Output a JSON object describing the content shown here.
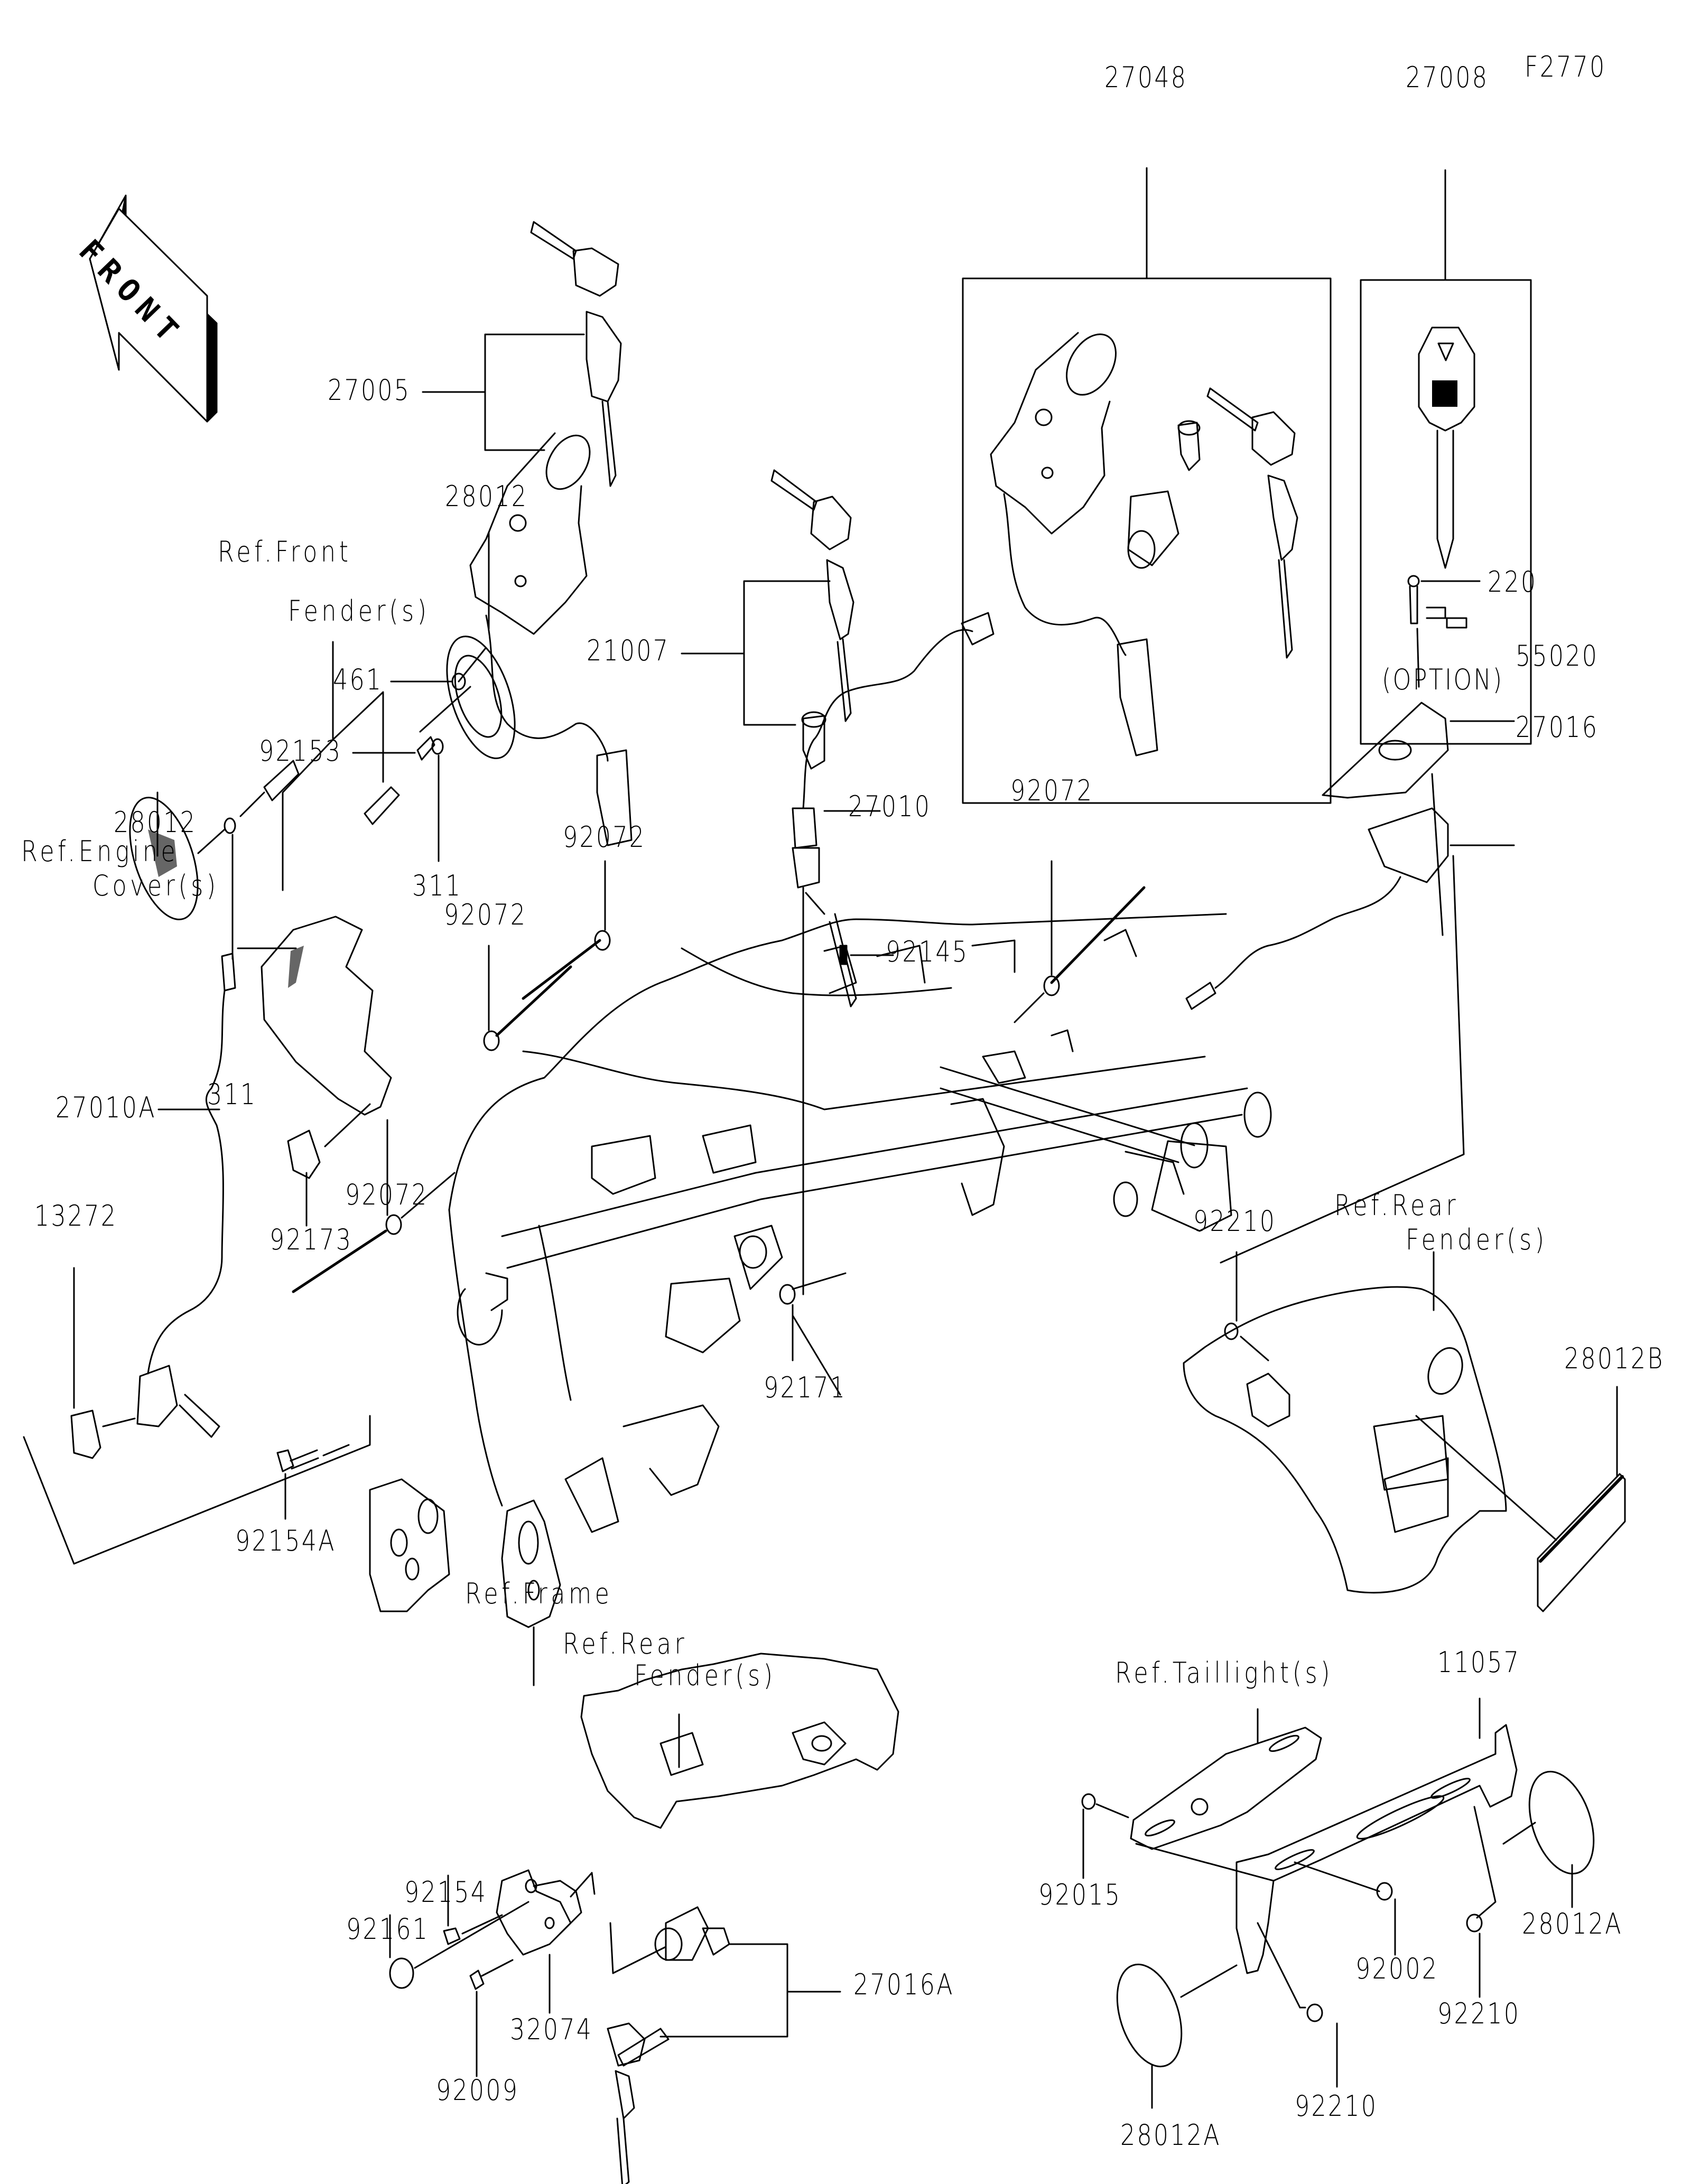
{
  "figure_id": "F2770",
  "orientation": {
    "icon": "front-arrow-icon",
    "label": "FRONT"
  },
  "kits": [
    {
      "part_no": "27048",
      "description_contents": [
        "ignition switch assembly",
        "seat lock",
        "fuel cap lock",
        "keys"
      ]
    },
    {
      "part_no": "27008",
      "note": "(OPTION)"
    }
  ],
  "callouts": {
    "p27005": "27005",
    "p461": "461",
    "p92153": "92153",
    "p21007": "21007",
    "ref_front_fender_1": "Ref.Front",
    "ref_front_fender_2": "Fender(s)",
    "p28012_a": "28012",
    "p28012_b": "28012",
    "p311_a": "311",
    "p311_b": "311",
    "p27010": "27010",
    "p92145": "92145",
    "p220": "220",
    "p55020": "55020",
    "p27016": "27016",
    "p92072_a": "92072",
    "p92072_b": "92072",
    "p92072_c": "92072",
    "p92072_d": "92072",
    "ref_engine_cover_1": "Ref.Engine",
    "ref_engine_cover_2": "Cover(s)",
    "p27010A": "27010A",
    "p92173": "92173",
    "p13272": "13272",
    "p92210_a": "92210",
    "ref_rear_fender_1": "Ref.Rear",
    "ref_rear_fender_2": "Fender(s)",
    "p92171": "92171",
    "p28012B": "28012B",
    "p92154A": "92154A",
    "ref_frame": "Ref.Frame",
    "ref_rear_fender2_1": "Ref.Rear",
    "ref_rear_fender2_2": "Fender(s)",
    "ref_taillight": "Ref.Taillight(s)",
    "p11057": "11057",
    "p92154": "92154",
    "p92161": "92161",
    "p27016A": "27016A",
    "p92015": "92015",
    "p92002": "92002",
    "p28012A_a": "28012A",
    "p28012A_b": "28012A",
    "p32074": "32074",
    "p92009": "92009",
    "p92210_b": "92210",
    "p92210_c": "92210",
    "p27048": "27048",
    "p27008": "27008",
    "option": "(OPTION)"
  }
}
